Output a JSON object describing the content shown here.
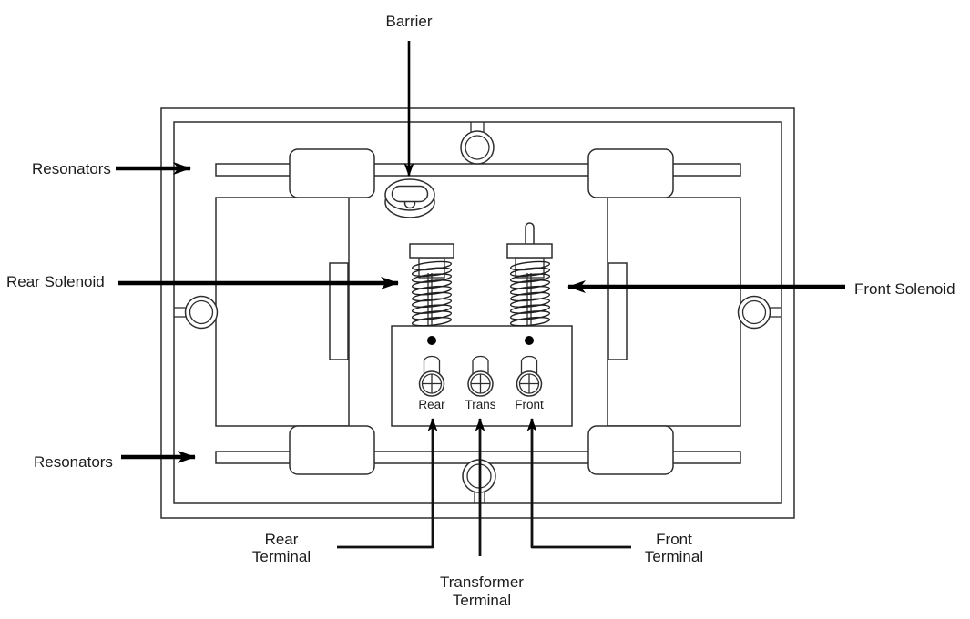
{
  "diagram": {
    "description": "Door chime mechanism internal diagram",
    "background_color": "#ffffff",
    "line_color": "#2e2e2e",
    "arrow_color": "#000000"
  },
  "labels": {
    "barrier": "Barrier",
    "resonators_top": "Resonators",
    "resonators_bottom": "Resonators",
    "rear_solenoid": "Rear Solenoid",
    "front_solenoid": "Front Solenoid",
    "rear_terminal": {
      "line1": "Rear",
      "line2": "Terminal"
    },
    "transformer_terminal": {
      "line1": "Transformer",
      "line2": "Terminal"
    },
    "front_terminal": {
      "line1": "Front",
      "line2": "Terminal"
    }
  },
  "terminal_block": {
    "terminals": [
      {
        "label": "Rear"
      },
      {
        "label": "Trans"
      },
      {
        "label": "Front"
      }
    ]
  }
}
